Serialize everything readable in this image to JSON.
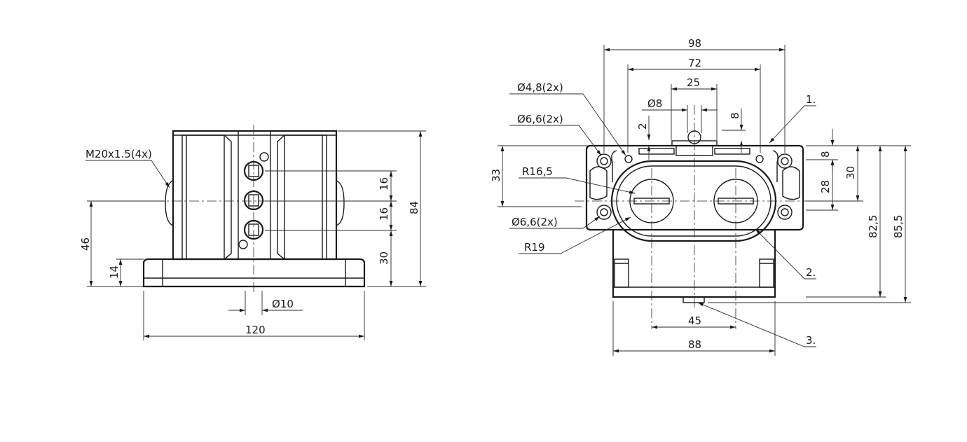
{
  "left_view": {
    "thread_note": "M20x1.5(4x)",
    "dim_width": "120",
    "dim_height": "84",
    "dim_46": "46",
    "dim_14": "14",
    "dim_16a": "16",
    "dim_16b": "16",
    "dim_30": "30",
    "dim_dia10": "Ø10"
  },
  "right_view": {
    "dim_98": "98",
    "dim_72": "72",
    "dim_25": "25",
    "dim_dia8": "Ø8",
    "dim_8_top": "8",
    "dim_2": "2",
    "dim_33": "33",
    "dim_8_right": "8",
    "dim_28": "28",
    "dim_30": "30",
    "dim_82_5": "82,5",
    "dim_85_5": "85,5",
    "dim_45": "45",
    "dim_88": "88",
    "hole_note_1": "Ø4,8(2x)",
    "hole_note_2": "Ø6,6(2x)",
    "hole_note_3": "Ø6,6(2x)",
    "radius_1": "R16,5",
    "radius_2": "R19",
    "callout_1": "1.",
    "callout_2": "2.",
    "callout_3": "3."
  }
}
